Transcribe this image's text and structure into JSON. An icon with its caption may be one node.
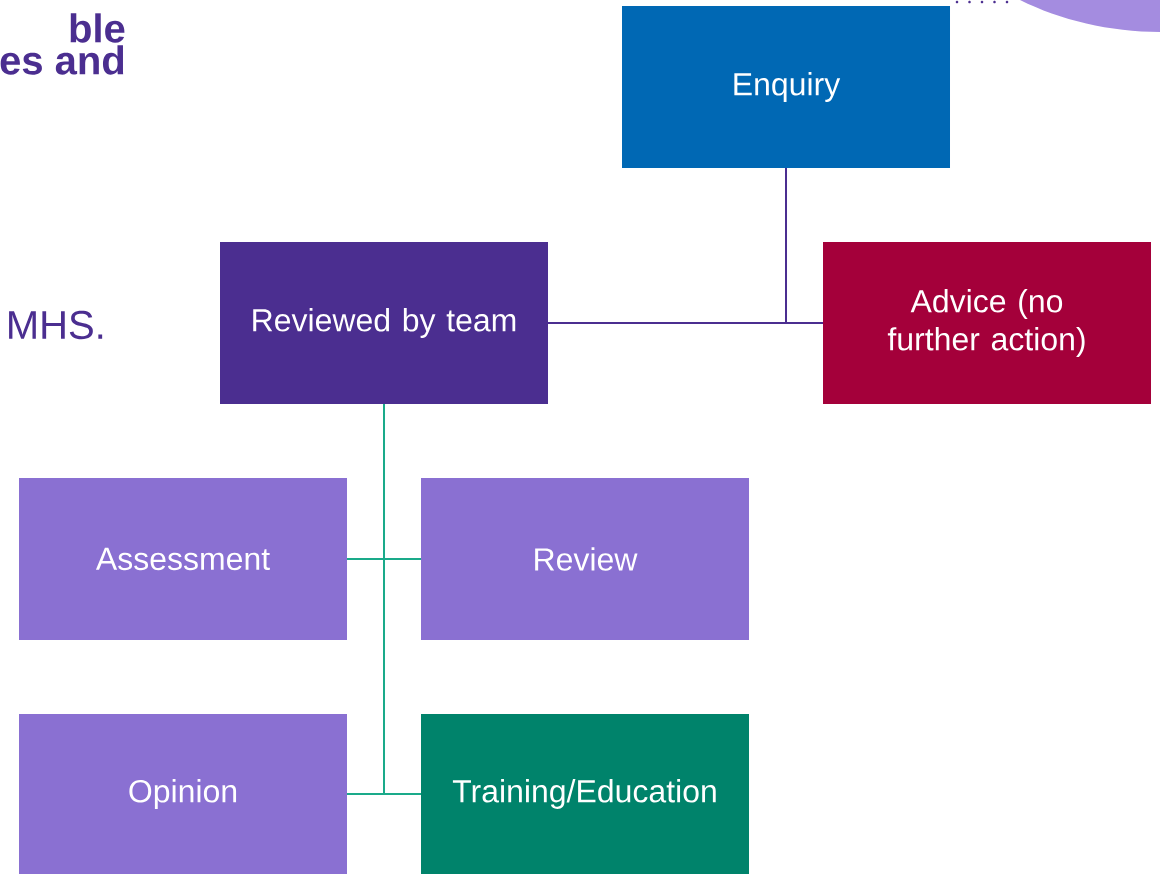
{
  "diagram": {
    "nodes": [
      {
        "text": [
          "Enquiry"
        ]
      },
      {
        "text": [
          "Reviewed by team"
        ]
      },
      {
        "text": [
          "Advice (no further action)"
        ]
      },
      {
        "text": [
          "Assessment"
        ]
      },
      {
        "text": [
          "Review"
        ]
      },
      {
        "text": [
          "Opinion"
        ]
      },
      {
        "text": [
          "Training/Education"
        ]
      }
    ],
    "edges": [
      {
        "from": 0,
        "to": 1,
        "arrow": "none",
        "color": "#4b2e90"
      },
      {
        "from": 0,
        "to": 2,
        "arrow": "none",
        "color": "#4b2e90"
      },
      {
        "from": 1,
        "to": 3,
        "arrow": "none"
      },
      {
        "from": 1,
        "to": 4,
        "arrow": "none"
      },
      {
        "from": 1,
        "to": 5,
        "arrow": "none"
      },
      {
        "from": 1,
        "to": 6,
        "arrow": "none"
      }
    ],
    "labels": [
      "ble",
      "es and",
      "MHS."
    ]
  }
}
